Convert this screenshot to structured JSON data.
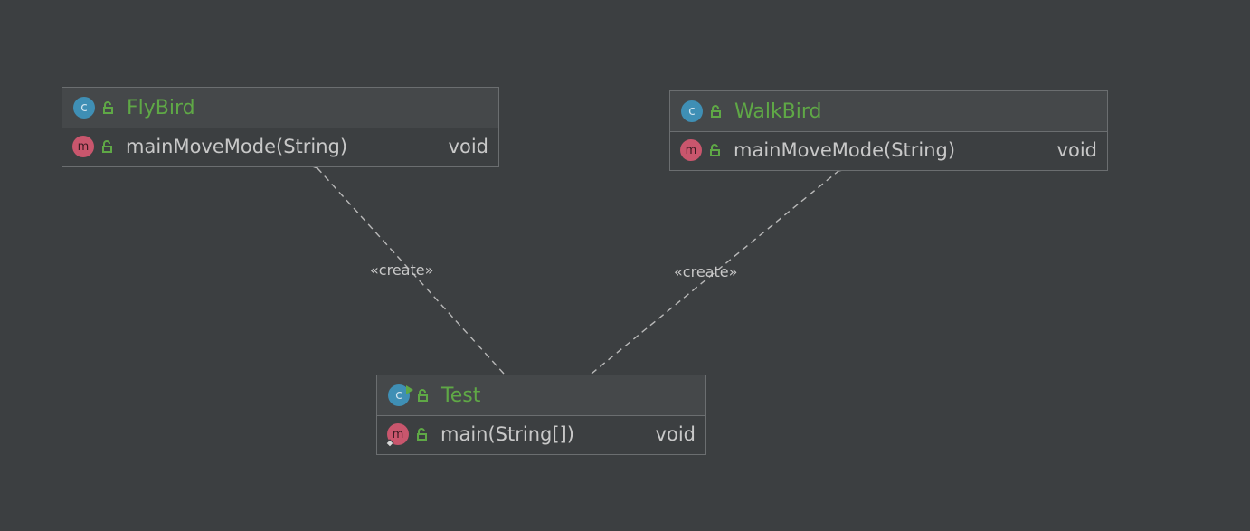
{
  "diagram": {
    "classes": [
      {
        "id": "flybird",
        "name": "FlyBird",
        "class_icon_letter": "c",
        "methods": [
          {
            "icon_letter": "m",
            "signature": "mainMoveMode(String)",
            "return_type": "void"
          }
        ]
      },
      {
        "id": "walkbird",
        "name": "WalkBird",
        "class_icon_letter": "c",
        "methods": [
          {
            "icon_letter": "m",
            "signature": "mainMoveMode(String)",
            "return_type": "void"
          }
        ]
      },
      {
        "id": "test",
        "name": "Test",
        "class_icon_letter": "c",
        "methods": [
          {
            "icon_letter": "m",
            "signature": "main(String[])",
            "return_type": "void"
          }
        ]
      }
    ],
    "relations": [
      {
        "from": "test",
        "to": "flybird",
        "label": "«create»",
        "style": "dashed"
      },
      {
        "from": "test",
        "to": "walkbird",
        "label": "«create»",
        "style": "dashed"
      }
    ],
    "colors": {
      "background": "#3c3f41",
      "class_name": "#5fa846",
      "class_icon": "#3f8fb5",
      "method_icon": "#c9566d",
      "text": "#c8c8c8",
      "edge": "#b9b9b9"
    },
    "icons": {
      "class": "class-c-icon",
      "method": "method-m-icon",
      "visibility": "public-lock-icon",
      "runnable": "run-arrow-icon"
    }
  }
}
